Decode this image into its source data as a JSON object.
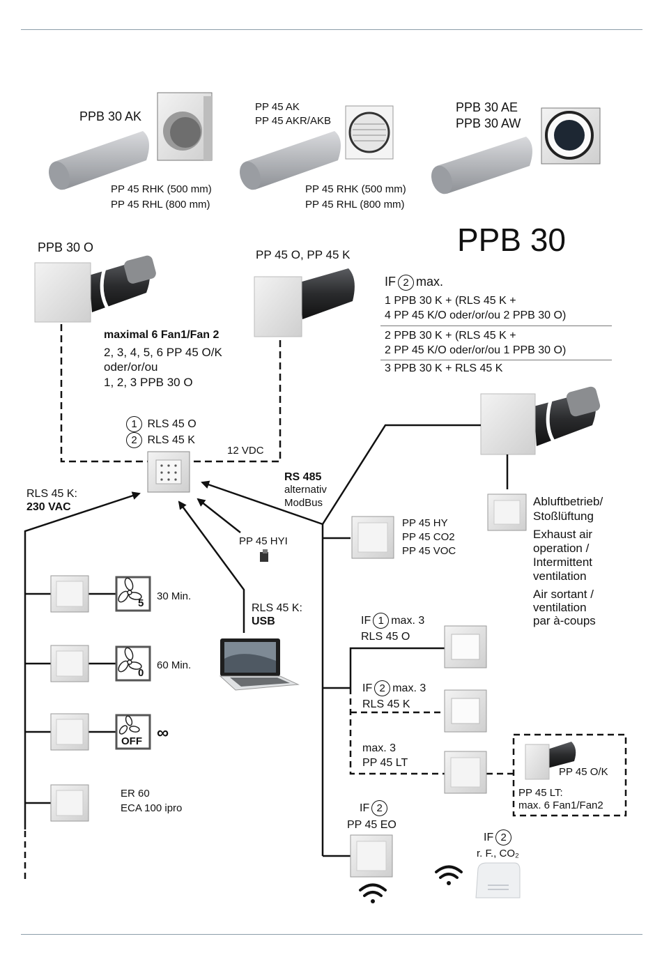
{
  "top": {
    "ppb30ak": "PPB 30 AK",
    "pp45ak": [
      "PP 45 AK",
      "PP 45 AKR/AKB"
    ],
    "ppb30ae": [
      "PPB 30 AE",
      "PPB 30 AW"
    ],
    "rhk_a": [
      "PP 45 RHK (500 mm)",
      "PP 45 RHL (800 mm)"
    ],
    "rhk_b": [
      "PP 45 RHK (500 mm)",
      "PP 45 RHL (800 mm)"
    ]
  },
  "left_group": {
    "ppb30o": "PPB 30 O",
    "pp45ok": "PP 45 O, PP 45 K",
    "max_title": "maximal 6 Fan1/Fan 2",
    "max_lines": [
      "2, 3, 4, 5, 6 PP 45 O/K",
      "oder/or/ou",
      "1, 2, 3 PPB 30 O"
    ]
  },
  "controller": {
    "opt1_num": "1",
    "opt1": "RLS 45 O",
    "opt2_num": "2",
    "opt2": "RLS 45 K",
    "vdc": "12 VDC"
  },
  "ppb30": {
    "title": "PPB 30",
    "if_prefix": "IF",
    "if_num": "2",
    "if_suffix": "max.",
    "rows": [
      [
        "1 PPB 30 K + (RLS 45 K +",
        "4 PP 45 K/O oder/or/ou 2 PPB 30 O)"
      ],
      [
        "2 PPB 30 K + (RLS 45 K +",
        "2 PP 45 K/O oder/or/ou 1 PPB 30 O)"
      ],
      [
        "3 PPB 30 K + RLS 45 K"
      ]
    ]
  },
  "power": {
    "label": "RLS 45 K:",
    "value": "230 VAC"
  },
  "rs485": {
    "title": "RS 485",
    "line2": "alternativ",
    "line3": "ModBus"
  },
  "hyi": "PP 45 HYI",
  "usb": {
    "label": "RLS 45 K:",
    "value": "USB"
  },
  "sensors": [
    "PP 45 HY",
    "PP 45 CO2",
    "PP 45 VOC"
  ],
  "exhaust": [
    "Abluftbetrieb/",
    "Stoßlüftung",
    "Exhaust air",
    "operation /",
    "Intermittent",
    "ventilation",
    "Air sortant /",
    "ventilation",
    "par à-coups"
  ],
  "switches": [
    {
      "icon_text": "5",
      "label": "30 Min."
    },
    {
      "icon_text": "0",
      "label": "60 Min."
    },
    {
      "icon_text": "OFF",
      "label": "∞"
    },
    {
      "label_lines": [
        "ER 60",
        "ECA 100 ipro"
      ]
    }
  ],
  "branches": {
    "b1": {
      "prefix": "IF",
      "num": "1",
      "suffix": "max. 3",
      "line2": "RLS 45 O"
    },
    "b2": {
      "prefix": "IF",
      "num": "2",
      "suffix": "max. 3",
      "line2": "RLS 45 K"
    },
    "b3": {
      "line1": "max. 3",
      "line2": "PP 45 LT"
    },
    "box": {
      "product": "PP 45 O/K",
      "line1": "PP 45 LT:",
      "line2": "max. 6 Fan1/Fan2"
    },
    "eo": {
      "prefix": "IF",
      "num": "2",
      "line2": "PP 45 EO"
    },
    "rf": {
      "prefix": "IF",
      "num": "2",
      "line2": "r. F., CO₂"
    }
  }
}
